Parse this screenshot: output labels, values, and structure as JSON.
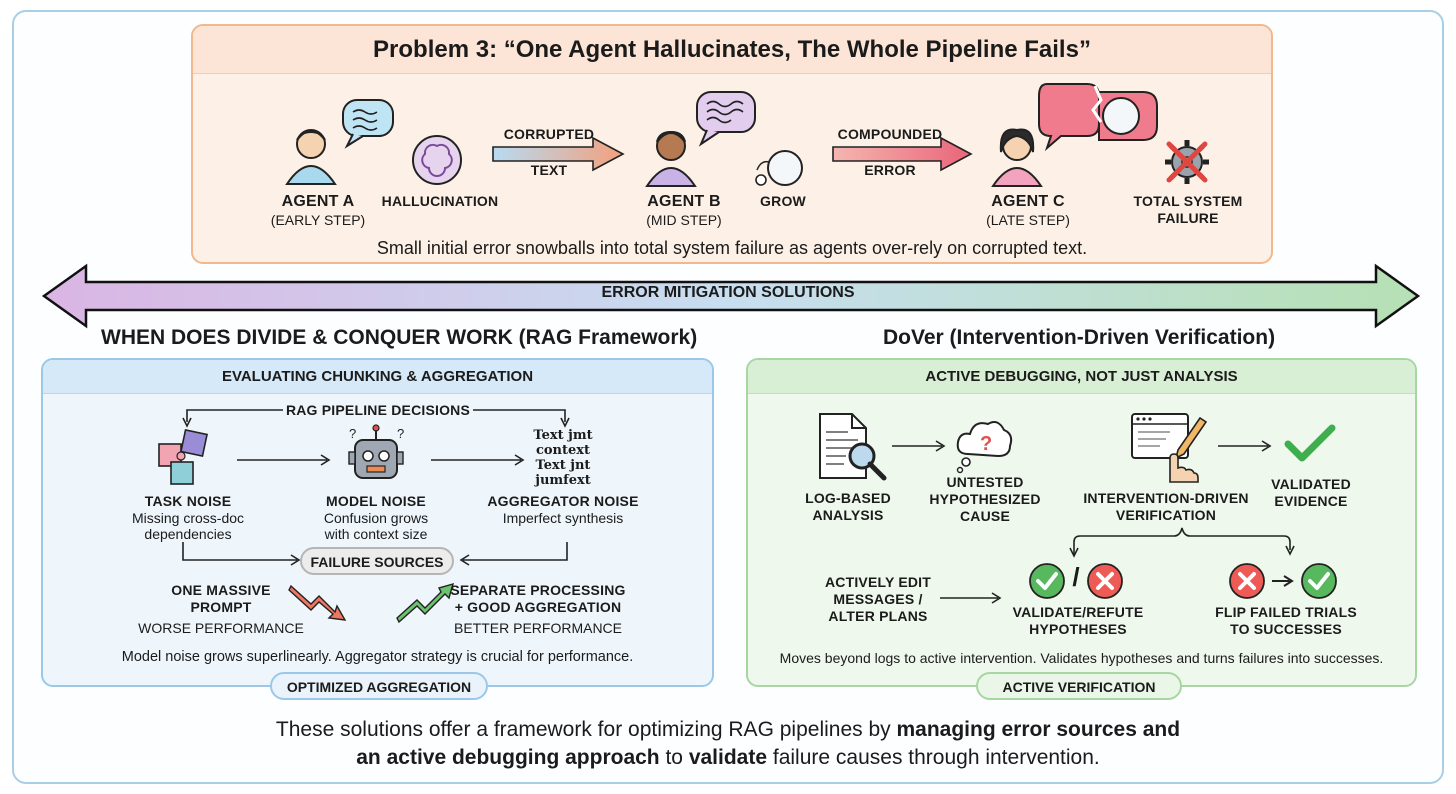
{
  "problem": {
    "title": "Problem 3: “One Agent Hallucinates, The Whole Pipeline Fails”",
    "agent_a": {
      "name": "AGENT A",
      "step": "(EARLY STEP)"
    },
    "hallucination": "HALLUCINATION",
    "arrow1": {
      "top": "CORRUPTED",
      "bottom": "TEXT"
    },
    "agent_b": {
      "name": "AGENT B",
      "step": "(MID STEP)"
    },
    "grow": "GROW",
    "arrow2": {
      "top": "COMPOUNDED",
      "bottom": "ERROR"
    },
    "agent_c": {
      "name": "AGENT C",
      "step": "(LATE STEP)"
    },
    "failure": {
      "line1": "TOTAL SYSTEM",
      "line2": "FAILURE"
    },
    "description": "Small initial error snowballs into total system failure as agents over-rely on corrupted text."
  },
  "banner": {
    "label": "ERROR MITIGATION SOLUTIONS"
  },
  "left": {
    "section_title": "WHEN DOES DIVIDE & CONQUER WORK (RAG Framework)",
    "header": "EVALUATING CHUNKING & AGGREGATION",
    "decisions": "RAG PIPELINE DECISIONS",
    "task_noise": {
      "title": "TASK NOISE",
      "line1": "Missing cross-doc",
      "line2": "dependencies"
    },
    "model_noise": {
      "title": "MODEL NOISE",
      "line1": "Confusion grows",
      "line2": "with context size"
    },
    "aggregator_noise": {
      "title": "AGGREGATOR NOISE",
      "line1": "Imperfect synthesis"
    },
    "jumble": [
      "Text jmt",
      "context",
      "Text jnt",
      "jumfext"
    ],
    "failure_sources": "FAILURE SOURCES",
    "one_prompt": {
      "line1": "ONE MASSIVE",
      "line2": "PROMPT",
      "result": "WORSE PERFORMANCE"
    },
    "separate": {
      "line1": "SEPARATE PROCESSING",
      "line2": "+ GOOD AGGREGATION",
      "result": "BETTER PERFORMANCE"
    },
    "description": "Model noise grows superlinearly. Aggregator strategy is crucial for performance.",
    "pill": "OPTIMIZED AGGREGATION"
  },
  "right": {
    "section_title": "DoVer (Intervention-Driven Verification)",
    "header": "ACTIVE DEBUGGING, NOT JUST ANALYSIS",
    "log": {
      "line1": "LOG-BASED",
      "line2": "ANALYSIS"
    },
    "untested": {
      "line1": "UNTESTED",
      "line2": "HYPOTHESIZED",
      "line3": "CAUSE"
    },
    "intervention": {
      "line1": "INTERVENTION-DRIVEN",
      "line2": "VERIFICATION"
    },
    "validated": {
      "line1": "VALIDATED",
      "line2": "EVIDENCE"
    },
    "edit": {
      "line1": "ACTIVELY EDIT",
      "line2": "MESSAGES /",
      "line3": "ALTER PLANS"
    },
    "validate": {
      "line1": "VALIDATE/REFUTE",
      "line2": "HYPOTHESES"
    },
    "slash": "/",
    "flip": {
      "line1": "FLIP FAILED TRIALS",
      "line2": "TO SUCCESSES"
    },
    "description": "Moves beyond logs to active intervention. Validates hypotheses and turns failures into successes.",
    "pill": "ACTIVE VERIFICATION"
  },
  "footer": {
    "p1": "These solutions offer a framework for optimizing RAG pipelines by ",
    "b1": "managing error sources and",
    "b2": "an active debugging approach",
    "p2": " to ",
    "b3": "validate",
    "p3": " failure causes through intervention."
  },
  "colors": {
    "orange": "#f1b88e",
    "blue": "#9cc8e8",
    "green": "#a7d6a2",
    "red": "#e05050",
    "check": "#3fae4f"
  }
}
